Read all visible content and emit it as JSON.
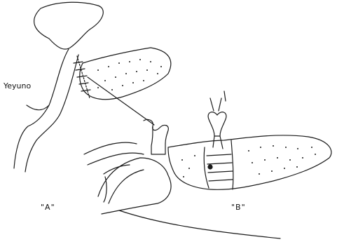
{
  "labels": {
    "yeyuno": "Yeyuno",
    "panel_a": "\"A\"",
    "panel_b": "\"B\""
  },
  "colors": {
    "ink": "#1a1a1a",
    "background": "#ffffff"
  }
}
